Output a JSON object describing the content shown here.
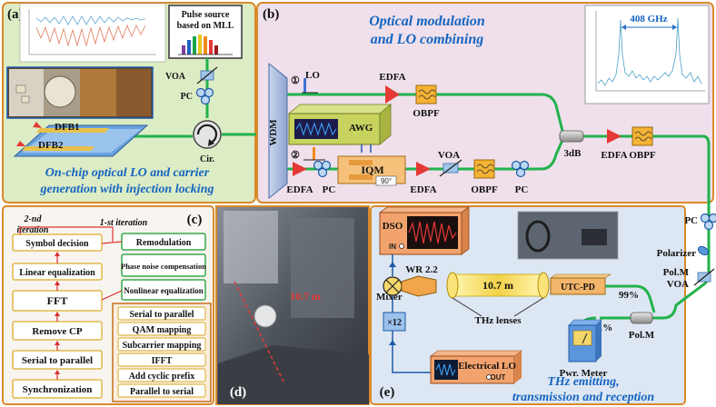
{
  "panels": {
    "a": {
      "letter": "(a)",
      "pulse_source": [
        "Pulse source",
        "based on MLL"
      ],
      "voa": "VOA",
      "pc": "PC",
      "circulator": "Cir.",
      "dfb1": "DFB1",
      "dfb2": "DFB2",
      "caption": [
        "On-chip optical LO and carrier",
        "generation with injection locking"
      ]
    },
    "b": {
      "letter": "(b)",
      "title": [
        "Optical modulation",
        "and LO combining"
      ],
      "marker1": "①",
      "marker2": "②",
      "lo": "LO",
      "wdm": "WDM",
      "edfa": "EDFA",
      "obpf": "OBPF",
      "awg": "AWG",
      "iqm": "IQM",
      "phase": "90°",
      "voa": "VOA",
      "pc": "PC",
      "coupler": "3dB",
      "spectrum_label": "408 GHz"
    },
    "c": {
      "letter": "(c)",
      "iter2": [
        "2-nd",
        "iteration"
      ],
      "iter1": "1-st iteration",
      "rx_chain": [
        "Symbol decision",
        "Linear equalization",
        "FFT",
        "Remove CP",
        "Serial  to parallel",
        "Synchronization"
      ],
      "iter_blocks": [
        "Remodulation",
        "Phase noise compensation",
        "Nonlinear equalization"
      ],
      "tx_chain": [
        "Serial to parallel",
        "QAM mapping",
        "Subcarrier mapping",
        "IFFT",
        "Add cyclic prefix",
        "Parallel to serial"
      ]
    },
    "d": {
      "letter": "(d)",
      "distance": "10.7 m"
    },
    "e": {
      "letter": "(e)",
      "dso": "DSO",
      "dso_in": "IN",
      "wr": "WR 2.2",
      "mixer": "Mixer",
      "multiplier": "×12",
      "distance": "10.7 m",
      "lenses": "THz lenses",
      "utc": "UTC-PD",
      "pct99": "99%",
      "pct1": "1%",
      "polm": "Pol.M",
      "power_meter": "Pwr. Meter",
      "elec_lo": "Electrical LO",
      "out": "OUT",
      "caption": [
        "THz emitting,",
        "transmission and reception"
      ]
    },
    "right": {
      "pc": "PC",
      "polarizer": "Polarizer",
      "polm": "Pol.M",
      "voa": "VOA"
    }
  },
  "colors": {
    "panel_a_bg": "#dcecc4",
    "panel_b_bg": "#efe0ec",
    "panel_e_bg": "#dde7f3",
    "fiber": "#22b24c",
    "caption_blue": "#1565c0",
    "panel_border": "#d98a2b",
    "edfa_red": "#e53935"
  }
}
